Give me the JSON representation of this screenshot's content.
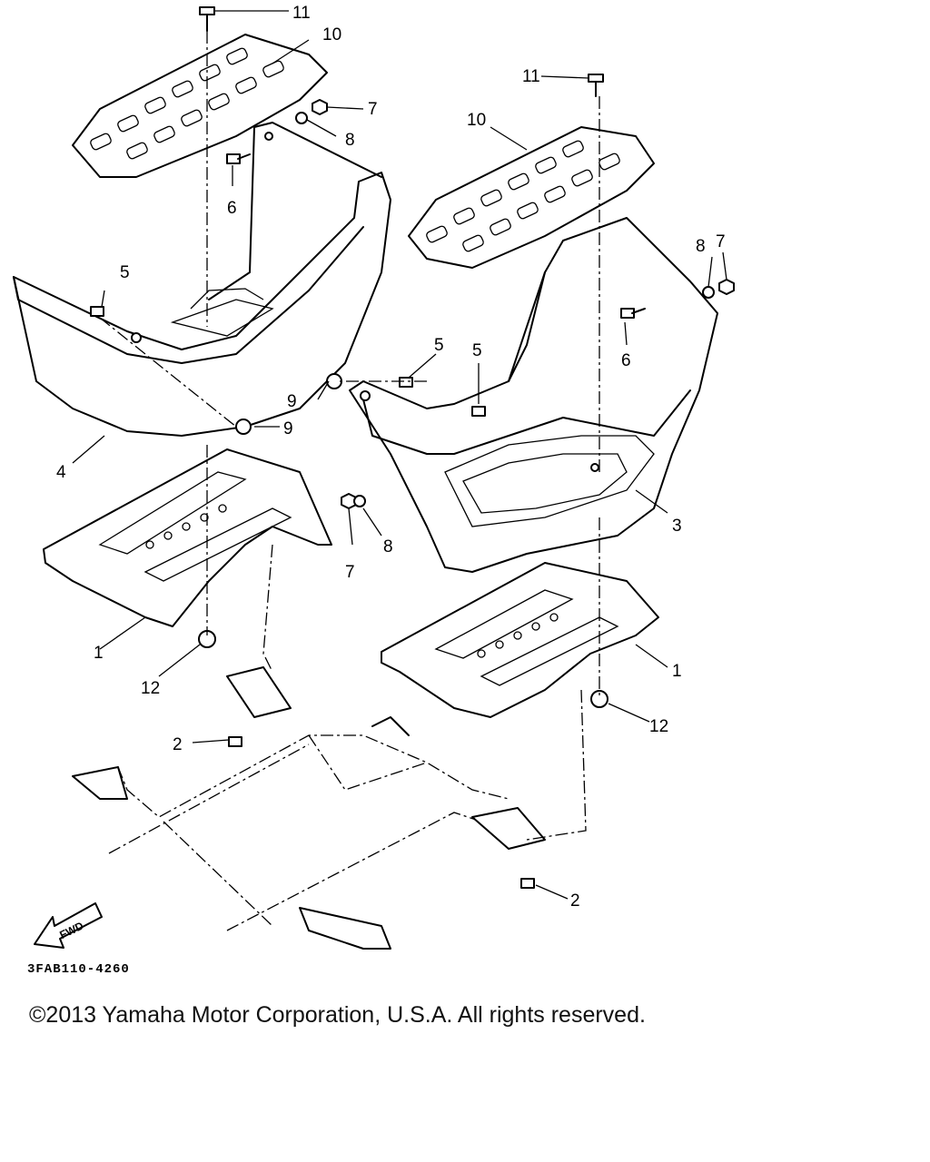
{
  "diagram": {
    "callouts": [
      "1",
      "1",
      "2",
      "2",
      "3",
      "4",
      "5",
      "5",
      "5",
      "6",
      "6",
      "7",
      "7",
      "8",
      "8",
      "8",
      "9",
      "9",
      "10",
      "10",
      "11",
      "11",
      "12",
      "12"
    ],
    "fwd_label": "FWD",
    "drawing_code": "3FAB110-4260"
  },
  "footer": {
    "copyright": "©2013 Yamaha Motor Corporation, U.S.A. All rights reserved."
  },
  "colors": {
    "line": "#000000",
    "background": "#ffffff"
  }
}
